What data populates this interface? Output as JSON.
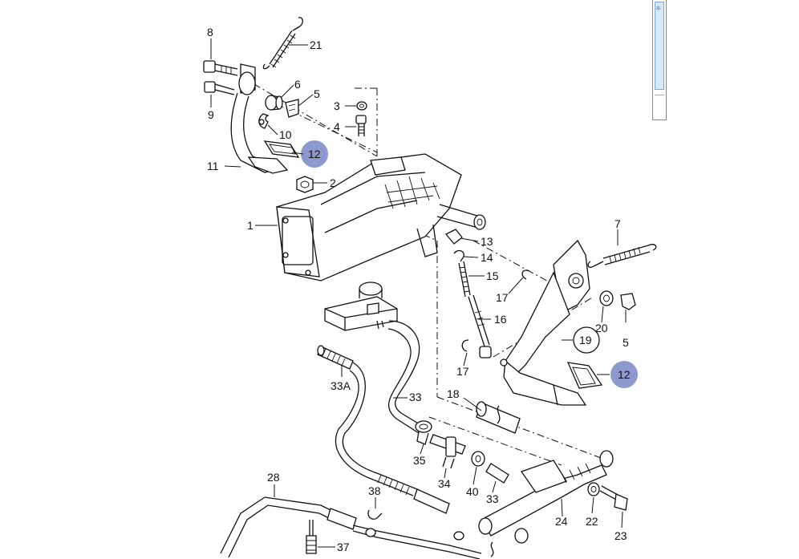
{
  "diagram": {
    "labels": {
      "l8": "8",
      "l21": "21",
      "l6": "6",
      "l5a": "5",
      "l9": "9",
      "l3": "3",
      "l4": "4",
      "l10": "10",
      "l12a": "12",
      "l11": "11",
      "l2": "2",
      "l1": "1",
      "l13": "13",
      "l14": "14",
      "l15": "15",
      "l7": "7",
      "l17a": "17",
      "l16": "16",
      "l20": "20",
      "l19": "19",
      "l5b": "5",
      "l17b": "17",
      "l12b": "12",
      "l33a": "33A",
      "l33": "33",
      "l18": "18",
      "l35": "35",
      "l34": "34",
      "l40": "40",
      "l33b": "33",
      "l28": "28",
      "l38": "38",
      "l37": "37",
      "l24": "24",
      "l22": "22",
      "l23": "23"
    },
    "highlight_color": "#8d99cc"
  },
  "side_thumbnail": {
    "glyph": "☼"
  }
}
